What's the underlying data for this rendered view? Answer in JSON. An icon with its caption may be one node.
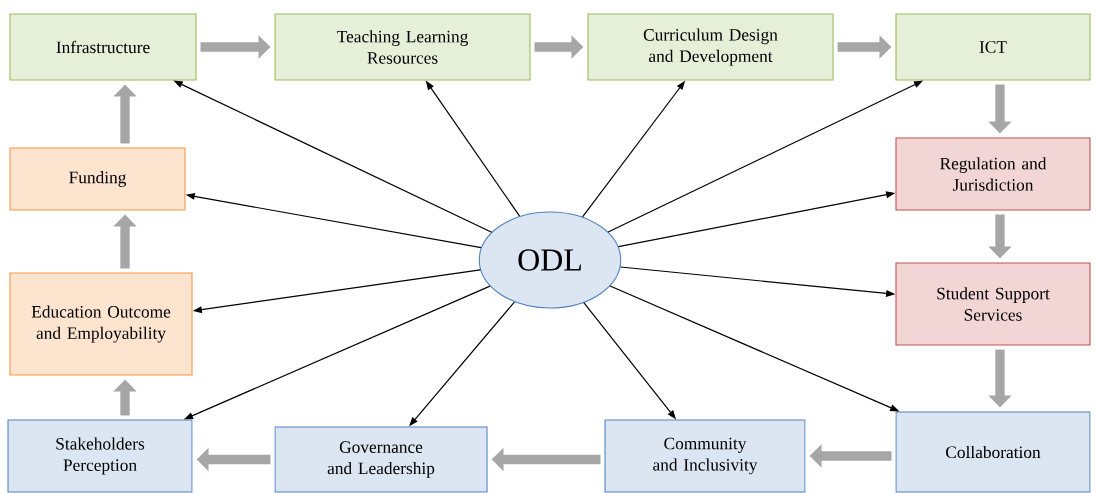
{
  "diagram": {
    "nodes": [
      {
        "text": [
          "Infrastructure"
        ]
      },
      {
        "text": [
          "Teaching Learning Resources"
        ]
      },
      {
        "text": [
          "Curriculum Design and Development"
        ]
      },
      {
        "text": [
          "ICT"
        ]
      },
      {
        "text": [
          "Funding"
        ]
      },
      {
        "text": [
          "Regulation and Jurisdiction"
        ]
      },
      {
        "text": [
          "ODL"
        ]
      },
      {
        "text": [
          "Education Outcome and Employability"
        ]
      },
      {
        "text": [
          "Student Support Services"
        ]
      },
      {
        "text": [
          "Stakeholders Perception"
        ]
      },
      {
        "text": [
          "Governance and Leadership"
        ]
      },
      {
        "text": [
          "Community and Inclusivity"
        ]
      },
      {
        "text": [
          "Collaboration"
        ]
      }
    ],
    "edges": [
      {
        "from": 0,
        "to": 1,
        "arrow": "to",
        "style": "thick",
        "color": "#a6a6a6"
      },
      {
        "from": 1,
        "to": 2,
        "arrow": "to",
        "style": "thick",
        "color": "#a6a6a6"
      },
      {
        "from": 2,
        "to": 3,
        "arrow": "to",
        "style": "thick",
        "color": "#a6a6a6"
      },
      {
        "from": 3,
        "to": 5,
        "arrow": "to",
        "style": "thick",
        "color": "#a6a6a6"
      },
      {
        "from": 5,
        "to": 8,
        "arrow": "to",
        "style": "thick",
        "color": "#a6a6a6"
      },
      {
        "from": 8,
        "to": 12,
        "arrow": "to",
        "style": "thick",
        "color": "#a6a6a6"
      },
      {
        "from": 12,
        "to": 11,
        "arrow": "to",
        "style": "thick",
        "color": "#a6a6a6"
      },
      {
        "from": 11,
        "to": 10,
        "arrow": "to",
        "style": "thick",
        "color": "#a6a6a6"
      },
      {
        "from": 10,
        "to": 9,
        "arrow": "to",
        "style": "thick",
        "color": "#a6a6a6"
      },
      {
        "from": 9,
        "to": 7,
        "arrow": "to",
        "style": "thick",
        "color": "#a6a6a6"
      },
      {
        "from": 7,
        "to": 4,
        "arrow": "to",
        "style": "thick",
        "color": "#a6a6a6"
      },
      {
        "from": 4,
        "to": 0,
        "arrow": "to",
        "style": "thick",
        "color": "#a6a6a6"
      },
      {
        "from": 6,
        "to": 0,
        "arrow": "to",
        "color": "#000000"
      },
      {
        "from": 6,
        "to": 1,
        "arrow": "to",
        "color": "#000000"
      },
      {
        "from": 6,
        "to": 2,
        "arrow": "to",
        "color": "#000000"
      },
      {
        "from": 6,
        "to": 3,
        "arrow": "to",
        "color": "#000000"
      },
      {
        "from": 6,
        "to": 4,
        "arrow": "to",
        "color": "#000000"
      },
      {
        "from": 6,
        "to": 5,
        "arrow": "to",
        "color": "#000000"
      },
      {
        "from": 6,
        "to": 7,
        "arrow": "to",
        "color": "#000000"
      },
      {
        "from": 6,
        "to": 8,
        "arrow": "to",
        "color": "#000000"
      },
      {
        "from": 6,
        "to": 9,
        "arrow": "to",
        "color": "#000000"
      },
      {
        "from": 6,
        "to": 10,
        "arrow": "to",
        "color": "#000000"
      },
      {
        "from": 6,
        "to": 11,
        "arrow": "to",
        "color": "#000000"
      },
      {
        "from": 6,
        "to": 12,
        "arrow": "to",
        "color": "#000000"
      }
    ]
  }
}
